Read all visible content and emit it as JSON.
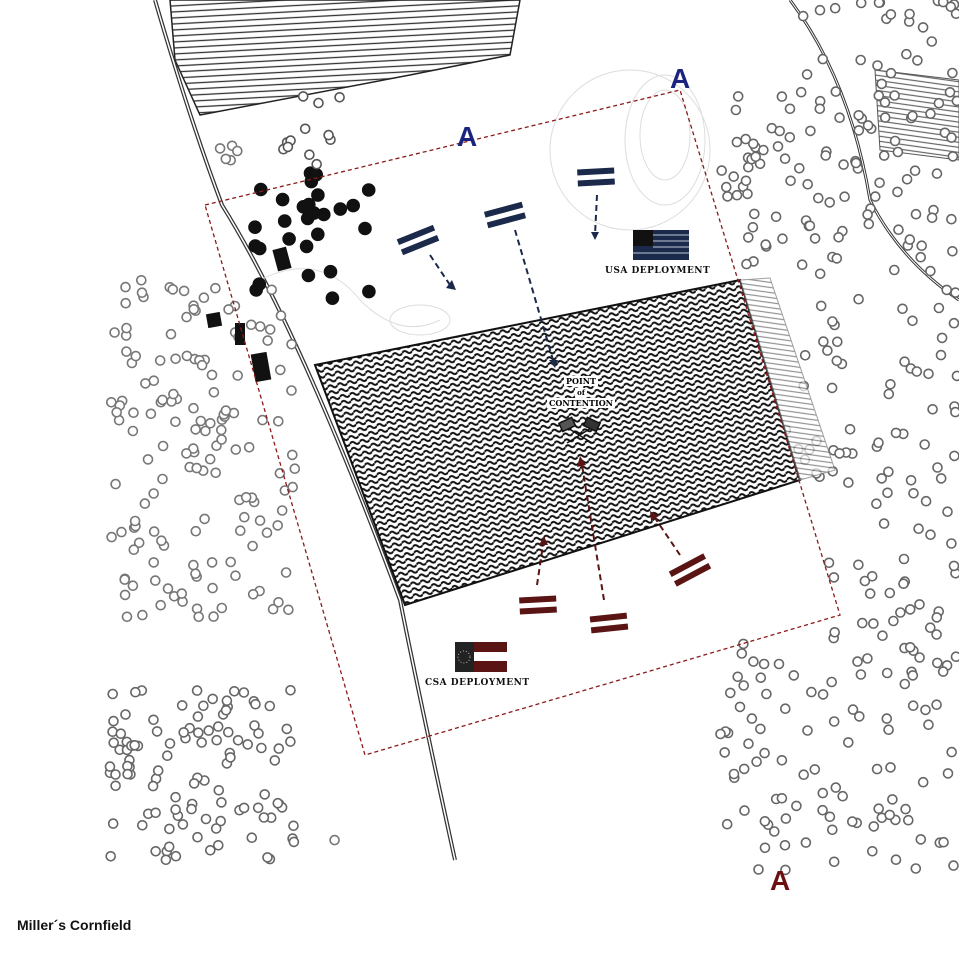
{
  "caption": "Miller´s Cornfield",
  "markers": {
    "a_top_left": "A",
    "a_top_right": "A",
    "a_bottom": "A"
  },
  "labels": {
    "usa": "USA DEPLOYMENT",
    "csa": "CSA DEPLOYMENT",
    "point_line1": "POINT",
    "point_line2": "of",
    "point_line3": "CONTENTION"
  },
  "colors": {
    "union": "#1b2a4a",
    "confederate": "#5a1414",
    "marker_blue": "#1a237e",
    "marker_red": "#6b0f0f",
    "boundary": "#8b1a1a"
  }
}
